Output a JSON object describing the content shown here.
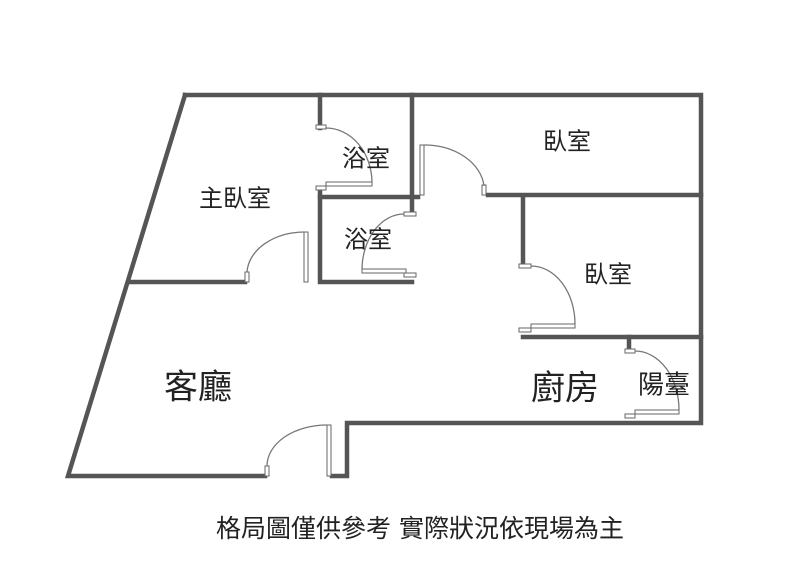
{
  "rooms": {
    "master_bedroom": "主臥室",
    "bathroom_1": "浴室",
    "bathroom_2": "浴室",
    "bedroom_1": "臥室",
    "bedroom_2": "臥室",
    "living_room": "客廳",
    "kitchen": "廚房",
    "balcony": "陽臺"
  },
  "caption": "格局圖僅供參考 實際狀況依現場為主",
  "colors": {
    "wall": "#555555",
    "background": "#ffffff"
  }
}
